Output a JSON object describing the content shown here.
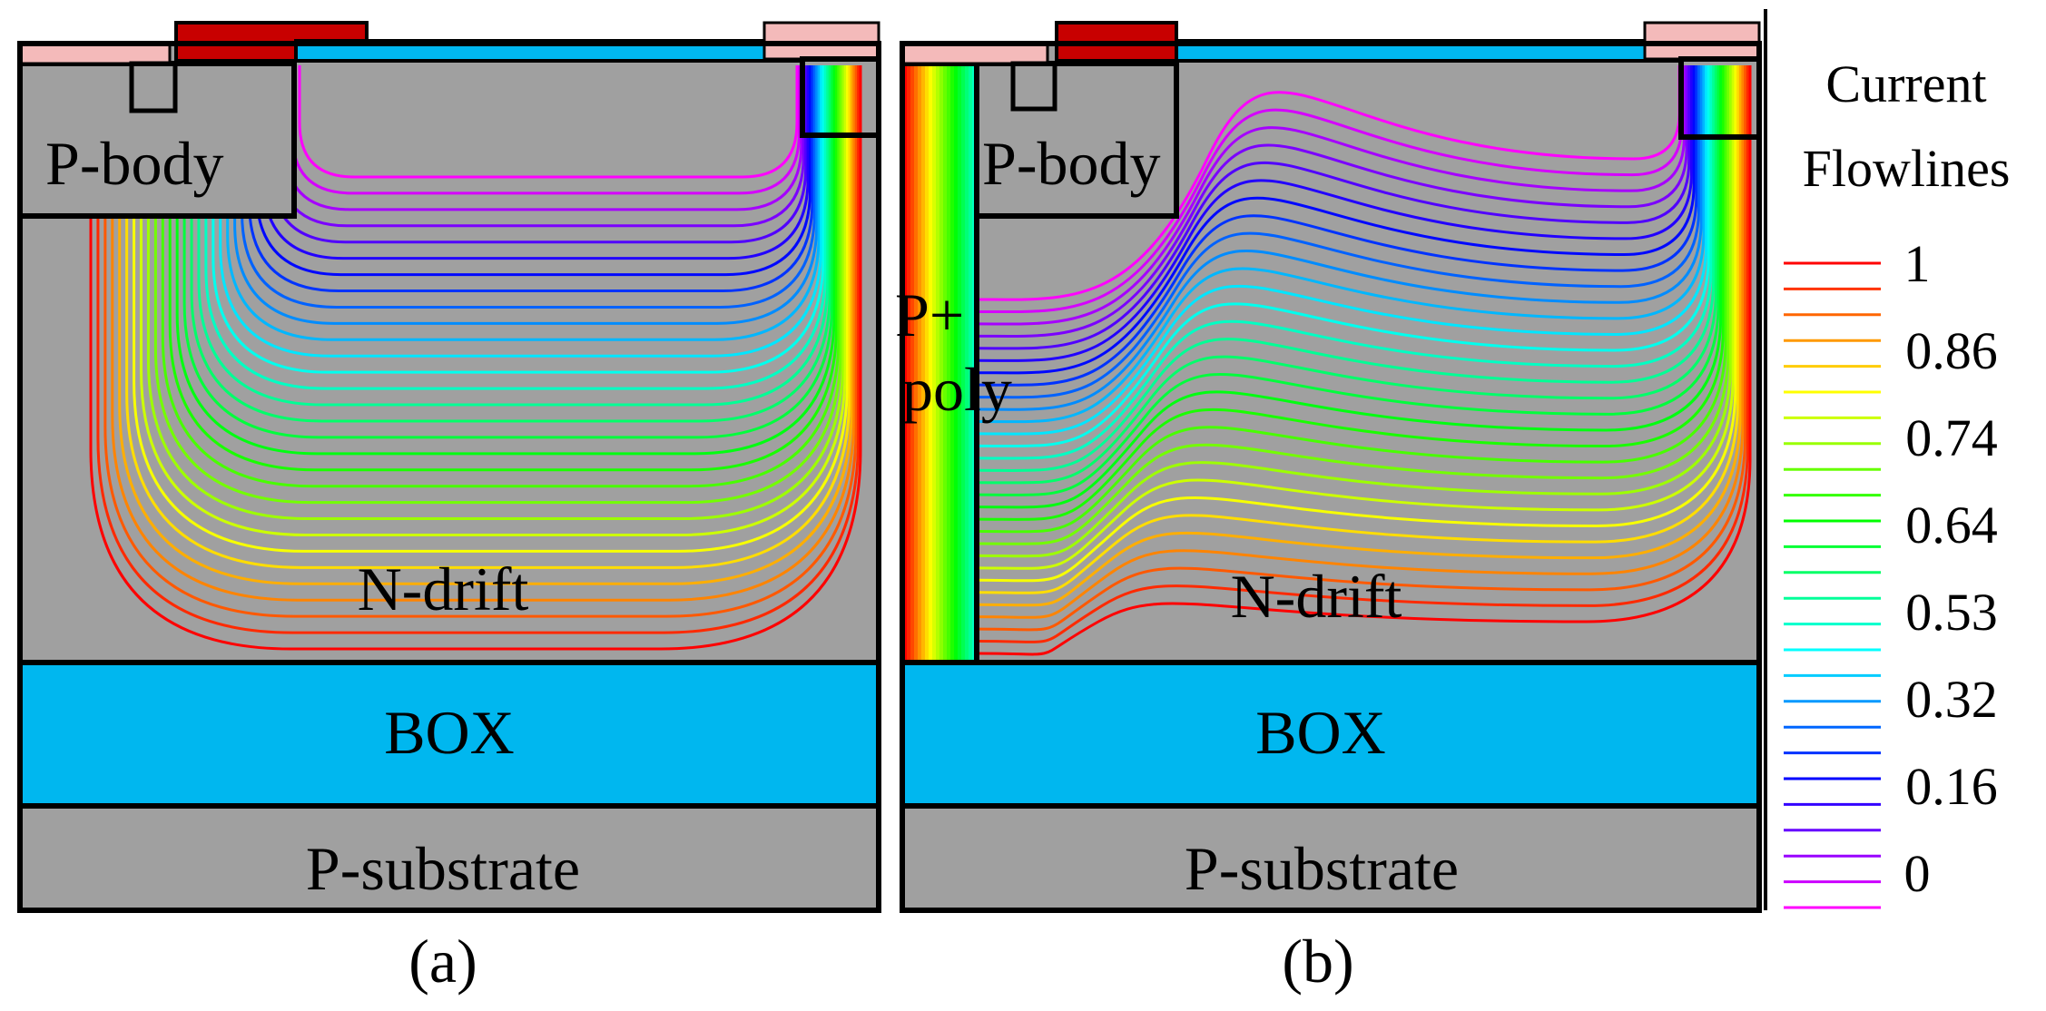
{
  "panels": [
    {
      "id": "a",
      "caption": "(a)",
      "labels": {
        "pbody": "P-body",
        "ndrift": "N-drift",
        "box": "BOX",
        "substrate": "P-substrate"
      }
    },
    {
      "id": "b",
      "caption": "(b)",
      "labels": {
        "pbody": "P-body",
        "ndrift": "N-drift",
        "box": "BOX",
        "substrate": "P-substrate",
        "poly_line1": "P+",
        "poly_line2": "poly"
      }
    }
  ],
  "legend": {
    "title_line1": "Current",
    "title_line2": "Flowlines",
    "ticks": [
      "1",
      "0.86",
      "0.74",
      "0.64",
      "0.53",
      "0.32",
      "0.16",
      "0"
    ]
  },
  "colors": {
    "silicon": "#a0a0a0",
    "box": "#00b7ef",
    "gate": "#c80000",
    "contact": "#f4baba",
    "outline": "#000000",
    "flow_min": "#ff00ff",
    "flow_max": "#ff0000"
  }
}
